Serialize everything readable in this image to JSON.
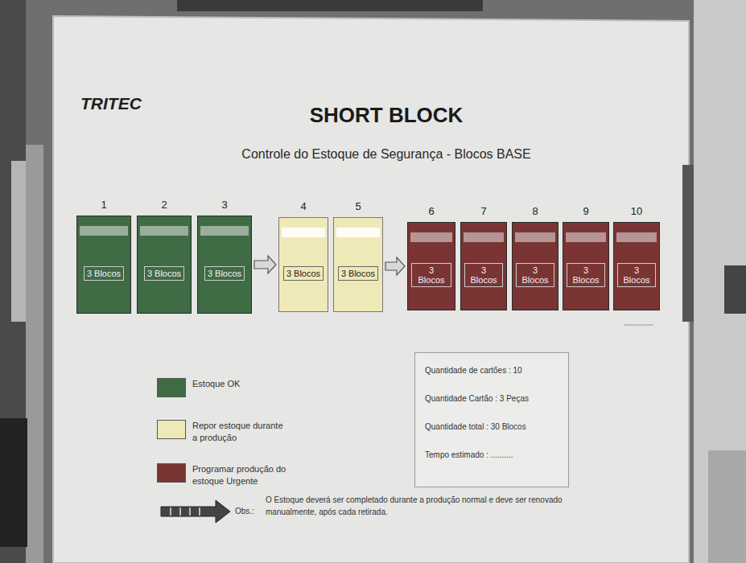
{
  "diagram": {
    "title": "SHORT BLOCK",
    "nodes": [
      {
        "text": [
          "1",
          "3 Blocos"
        ]
      },
      {
        "text": [
          "2",
          "3 Blocos"
        ]
      },
      {
        "text": [
          "3",
          "3 Blocos"
        ]
      },
      {
        "text": [
          "4",
          "3 Blocos"
        ]
      },
      {
        "text": [
          "5",
          "3 Blocos"
        ]
      },
      {
        "text": [
          "6",
          "3 Blocos"
        ]
      },
      {
        "text": [
          "7",
          "3 Blocos"
        ]
      },
      {
        "text": [
          "8",
          "3 Blocos"
        ]
      },
      {
        "text": [
          "9",
          "3 Blocos"
        ]
      },
      {
        "text": [
          "10",
          "3 Blocos"
        ]
      },
      {
        "text": [
          "Quantidade de cartões : 10",
          "Quantidade Cartão : 3 Peças",
          "Quantidade total : 30 Blocos",
          "Tempo estimado : .........."
        ]
      }
    ],
    "edges": [
      {
        "from": 2,
        "to": 3,
        "arrow": "to"
      },
      {
        "from": 4,
        "to": 5,
        "arrow": "to"
      }
    ],
    "labels": [
      "TRITEC",
      "Controle do Estoque de Segurança - Blocos BASE",
      "Obs.:",
      "O Estoque deverá ser completado durante a produção normal e deve ser renovado manualmente, após cada retirada."
    ],
    "legend": [
      {
        "text": "Estoque OK",
        "color": "#3f6b45"
      },
      {
        "text": "Repor estoque durante a produção",
        "color": "#efe9b8"
      },
      {
        "text": "Programar produção do estoque Urgente",
        "color": "#7a3434"
      }
    ]
  }
}
